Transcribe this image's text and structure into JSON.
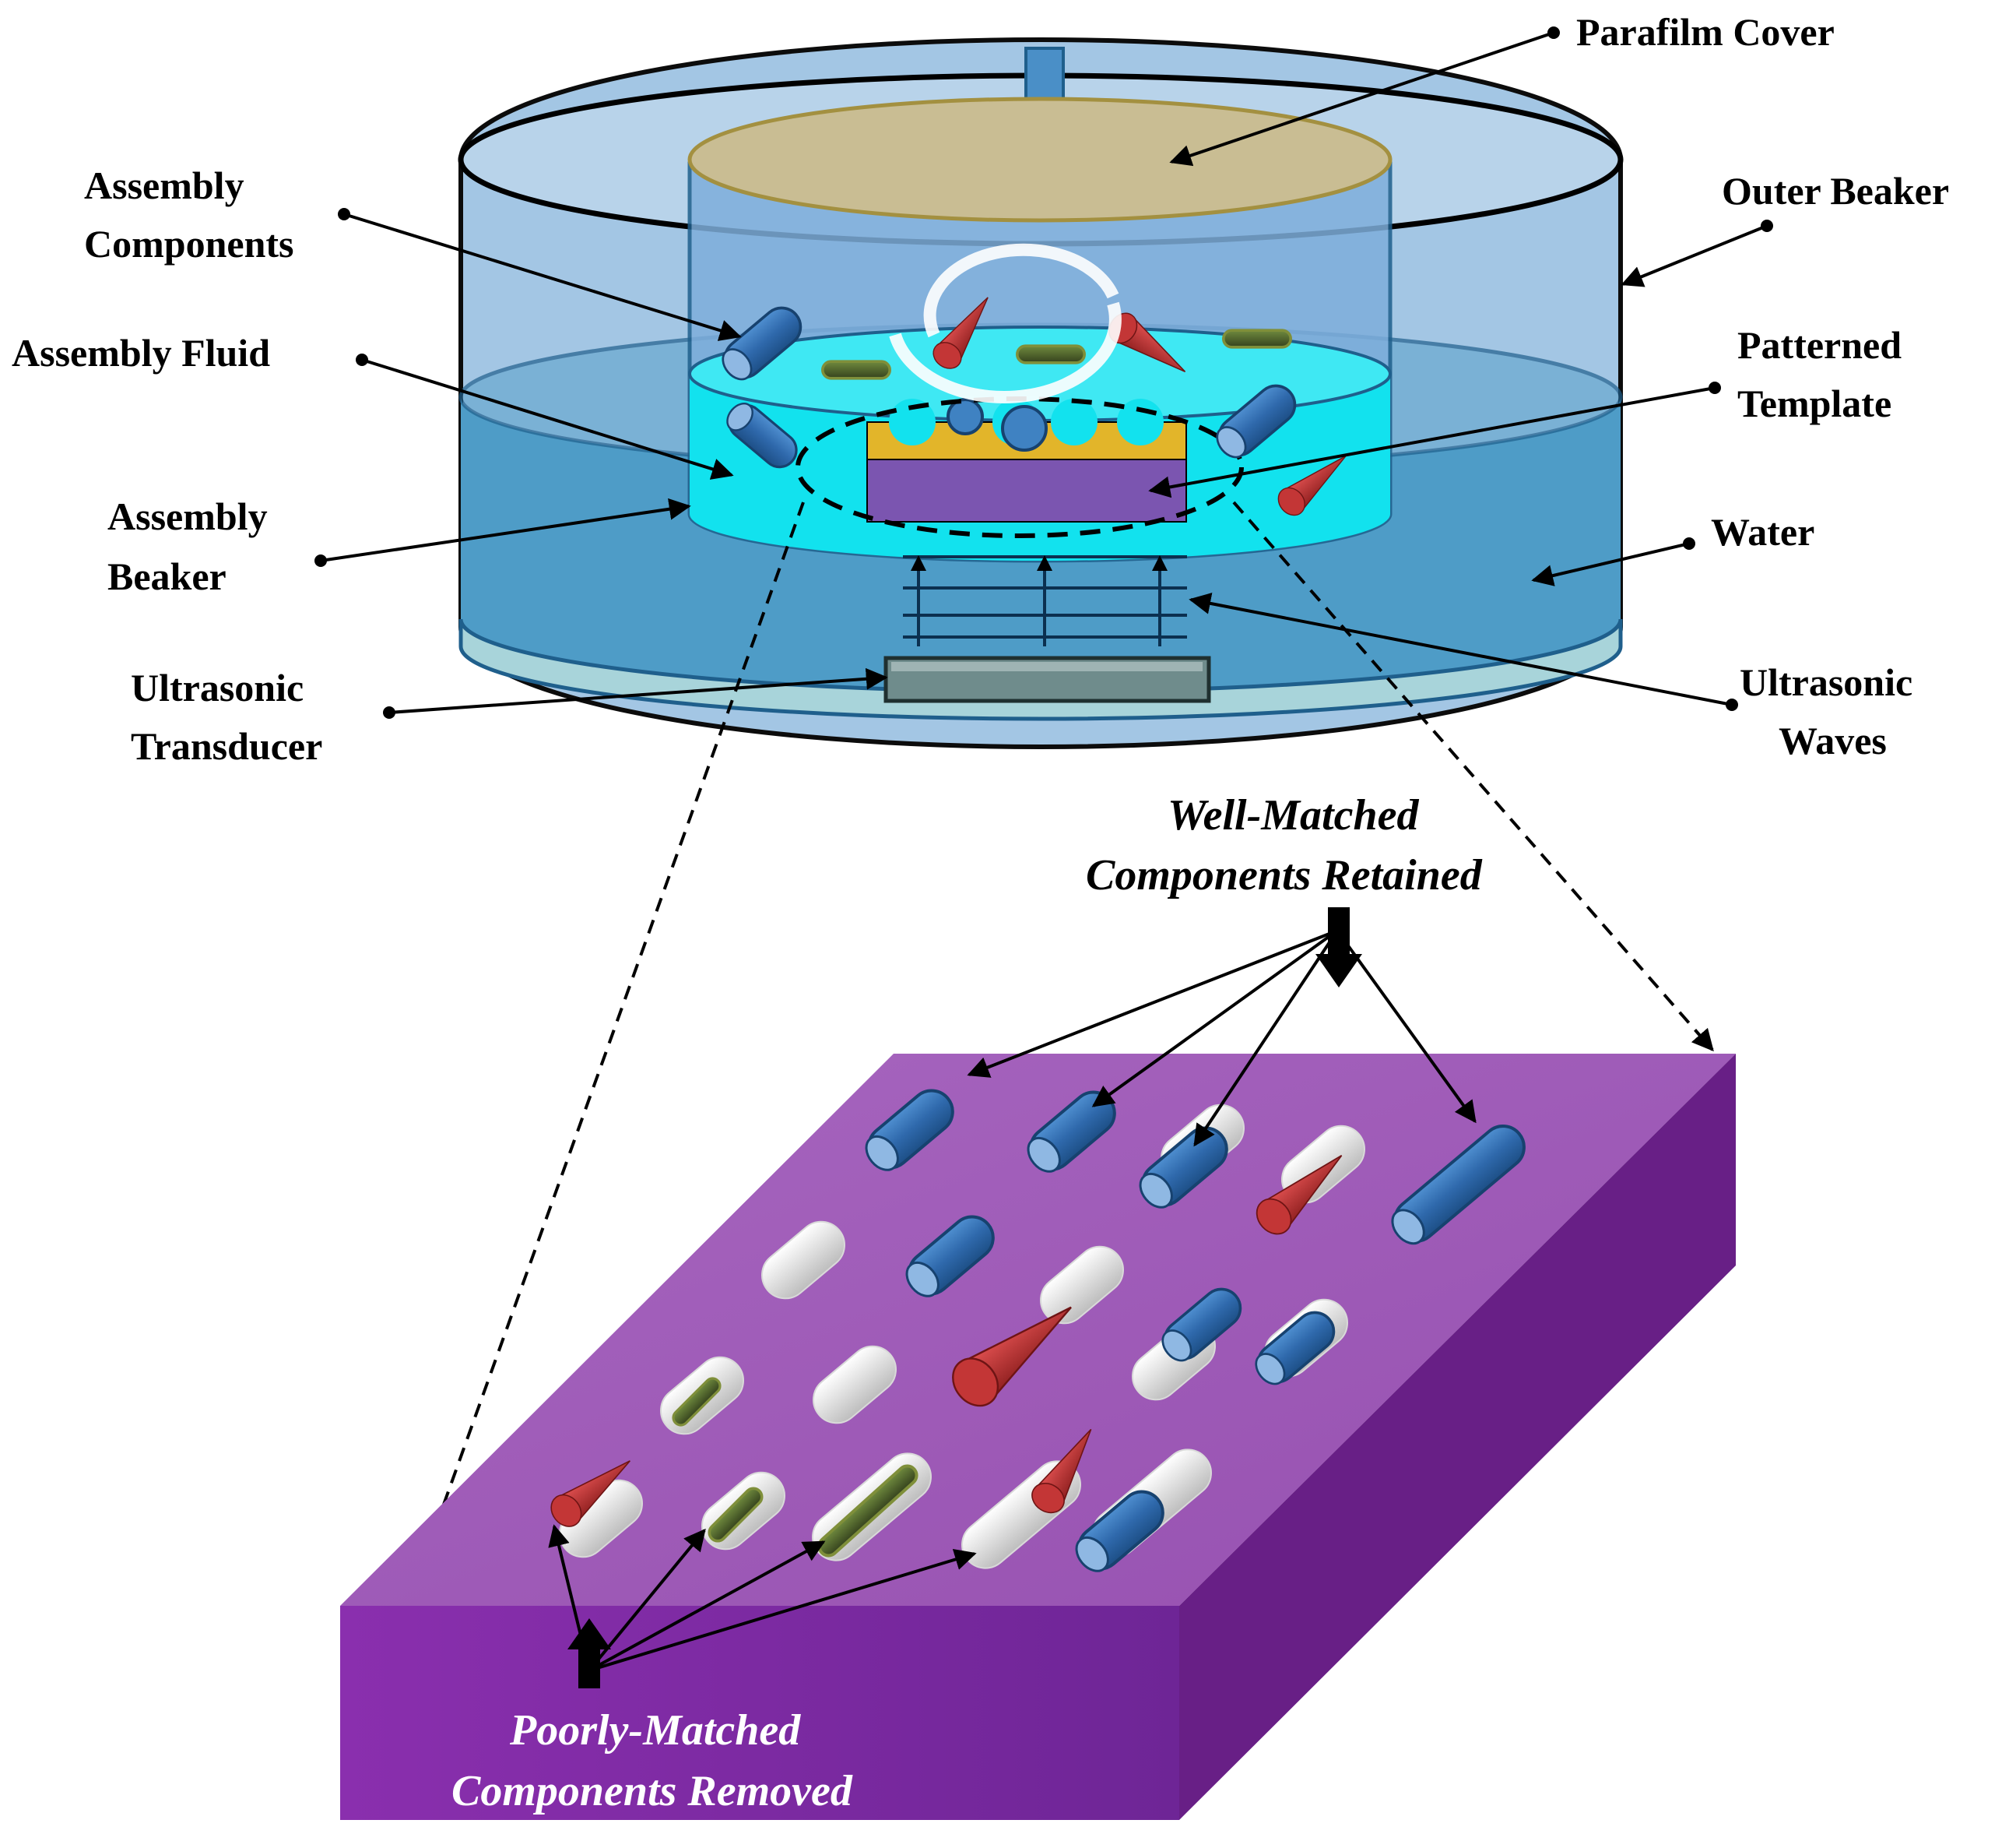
{
  "labels": {
    "parafilm_cover": "Parafilm Cover",
    "outer_beaker": "Outer Beaker",
    "assembly_components_1": "Assembly",
    "assembly_components_2": "Components",
    "assembly_fluid": "Assembly Fluid",
    "patterned_template_1": "Patterned",
    "patterned_template_2": "Template",
    "assembly_beaker_1": "Assembly",
    "assembly_beaker_2": "Beaker",
    "water": "Water",
    "ultrasonic_transducer_1": "Ultrasonic",
    "ultrasonic_transducer_2": "Transducer",
    "ultrasonic_waves_1": "Ultrasonic",
    "ultrasonic_waves_2": "Waves",
    "well_matched_1": "Well-Matched",
    "well_matched_2": "Components Retained",
    "poorly_matched_1": "Poorly-Matched",
    "poorly_matched_2": "Components Removed"
  },
  "colors": {
    "outer_beaker": "#b8d3ea",
    "water": "#5aa2c8",
    "assembly_fluid": "#12e2ee",
    "parafilm": "#c9bd93",
    "template_top": "#e2b52a",
    "template_body": "#7b55b0",
    "transducer": "#6f8c8c",
    "slab_top": "#9c57b4",
    "slab_front": "#7b2aa1",
    "slab_side": "#681f86",
    "cylinder_blue": "#2f69ac",
    "cone_red": "#b82b2a",
    "rod_green": "#4a5b2c",
    "label_white": "#ffffff"
  }
}
